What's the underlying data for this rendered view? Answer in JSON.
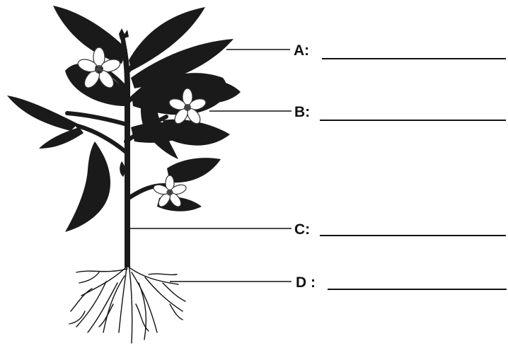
{
  "diagram": {
    "labels": [
      {
        "id": "A",
        "text": "A:"
      },
      {
        "id": "B",
        "text": "B:"
      },
      {
        "id": "C",
        "text": "C:"
      },
      {
        "id": "D",
        "text": "D :"
      }
    ],
    "colors": {
      "ink": "#111111",
      "leaf": "#1a1a1a",
      "flower_petal": "#ffffff",
      "background": "#ffffff"
    }
  }
}
